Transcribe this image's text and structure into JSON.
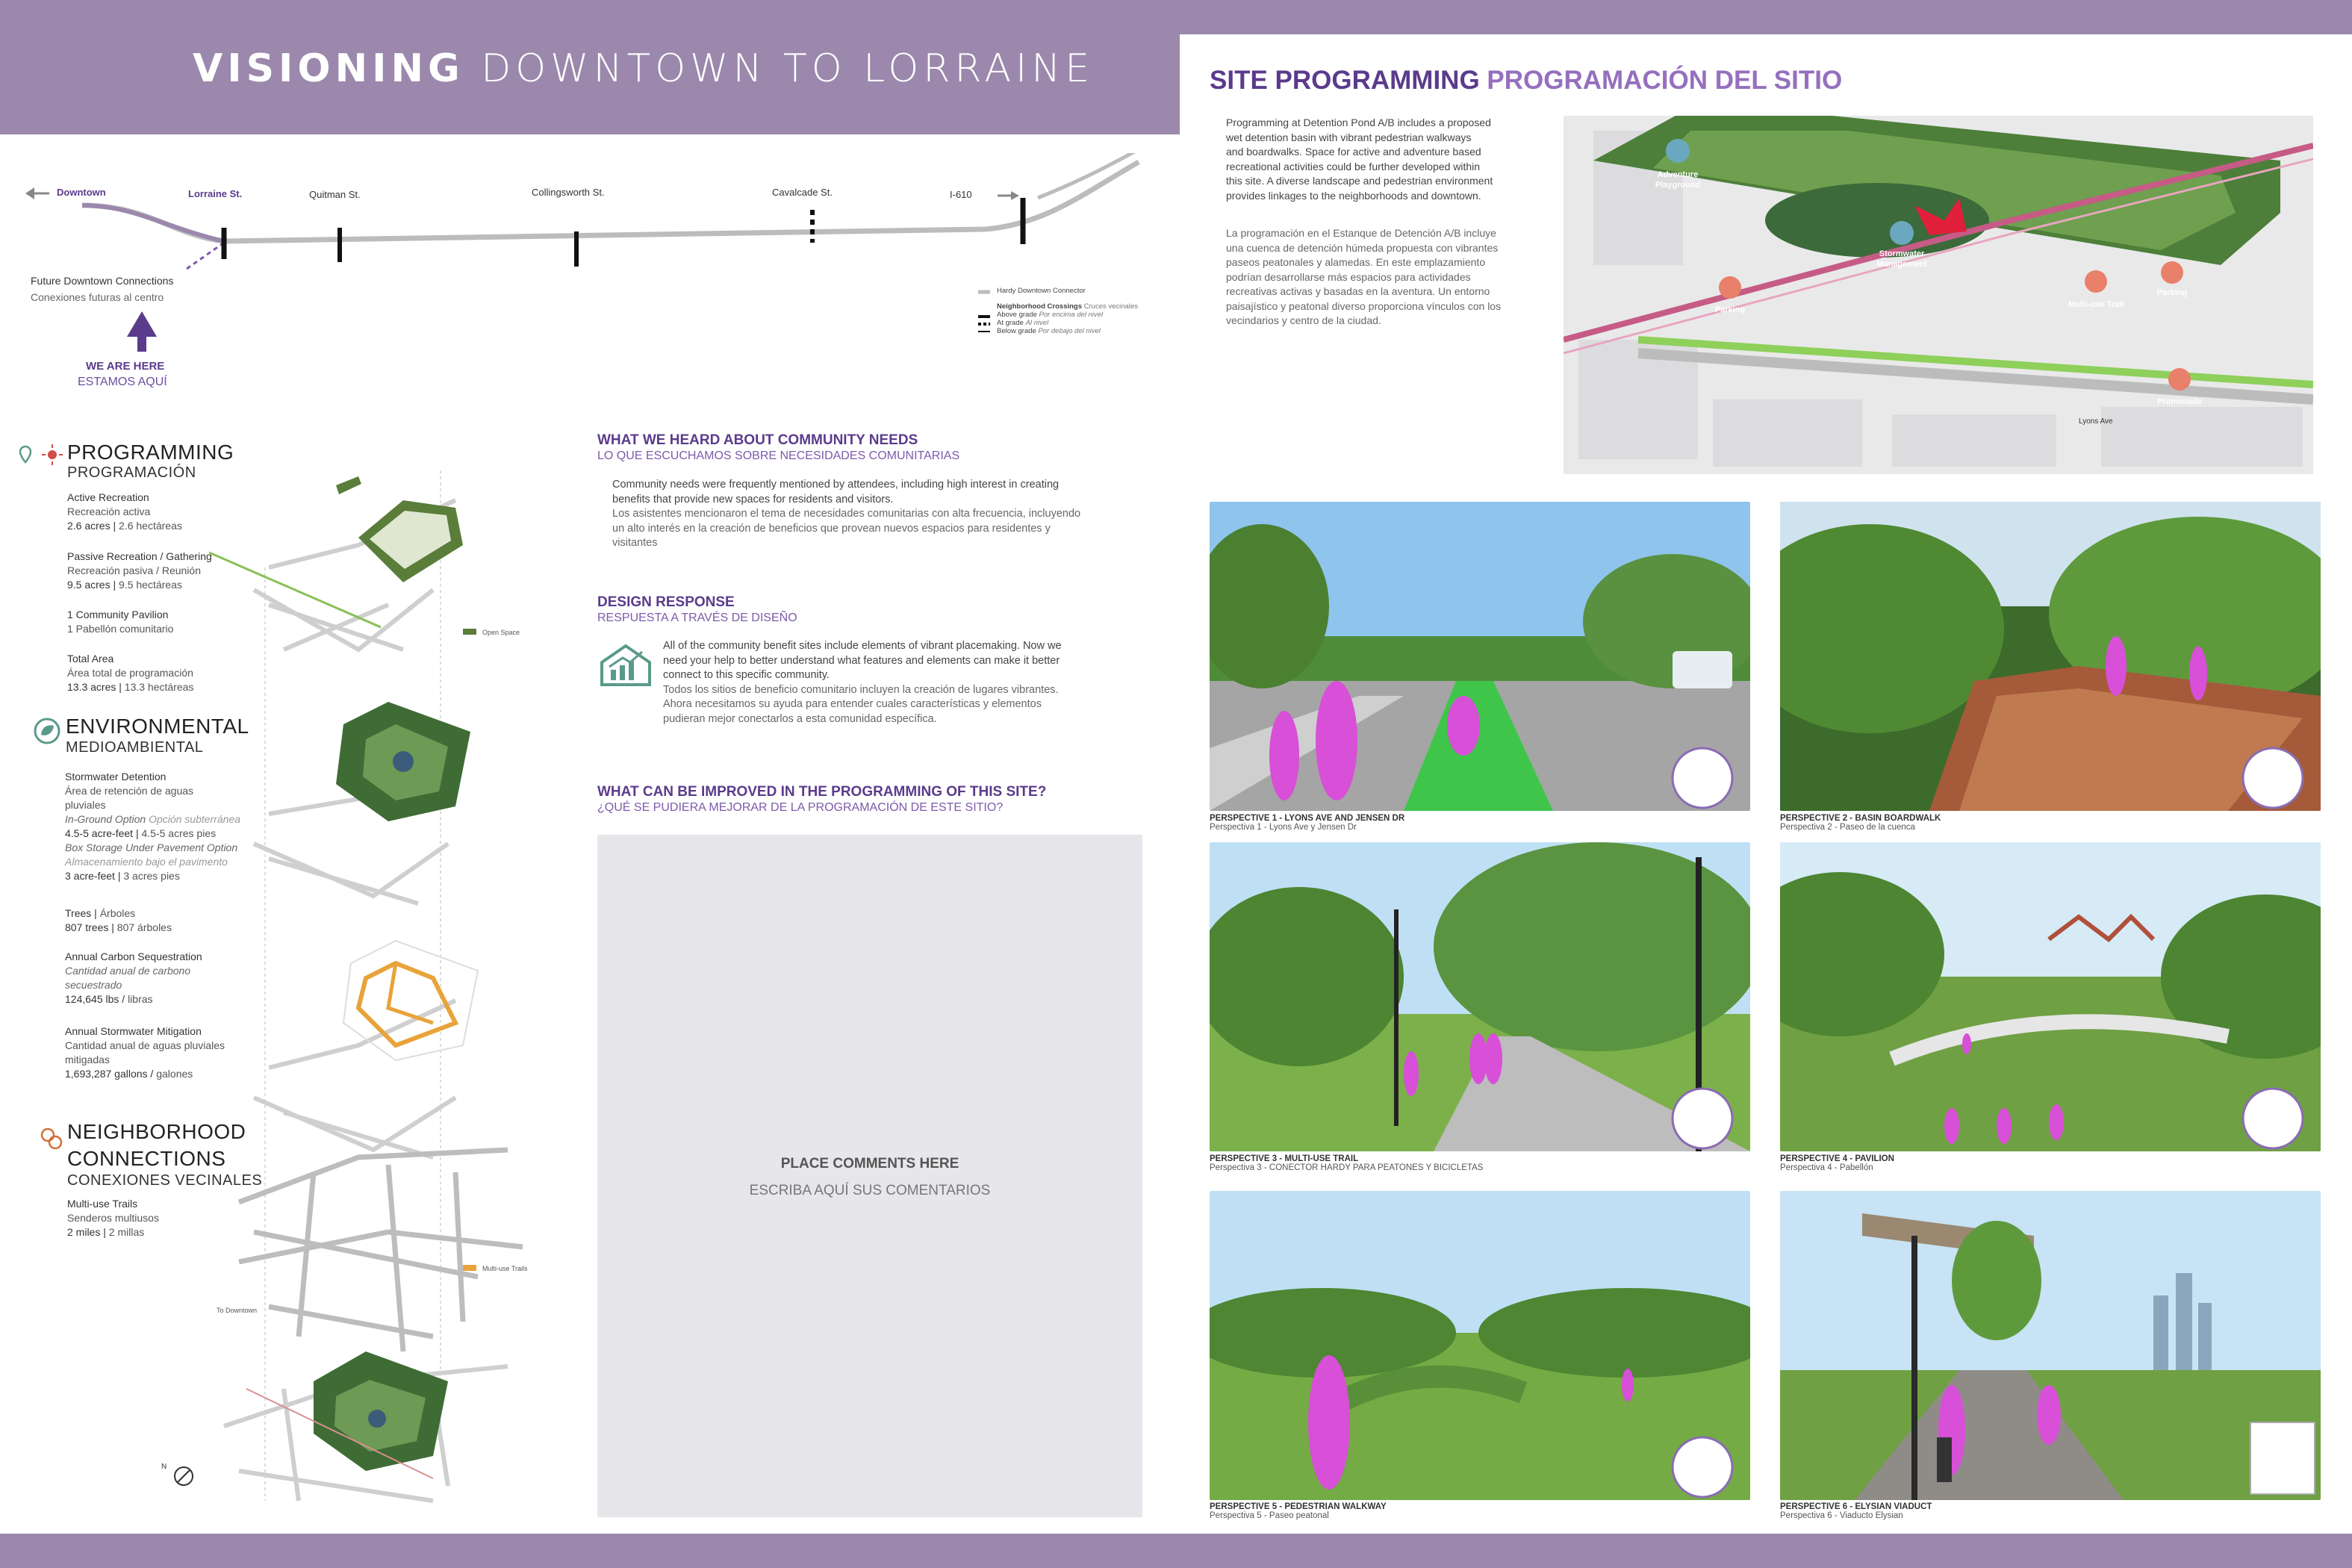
{
  "header": {
    "title_bold": "VISIONING",
    "title_light": "DOWNTOWN TO LORRAINE"
  },
  "route_map": {
    "downtown": "Downtown",
    "lorraine": "Lorraine St.",
    "quitman": "Quitman St.",
    "collingsworth": "Collingsworth St.",
    "cavalcade": "Cavalcade St.",
    "i610": "I-610",
    "future_en": "Future Downtown Connections",
    "future_es": "Conexiones futuras al centro",
    "here_en": "WE ARE HERE",
    "here_es": "ESTAMOS AQUÍ",
    "legend": {
      "connector": "Hardy Downtown Connector",
      "crossings": "Neighborhood Crossings",
      "crossings_es": "Cruces vecinales",
      "above": "Above grade",
      "above_es": "Por encima del nivel",
      "at": "At grade",
      "at_es": "Al nivel",
      "below": "Below grade",
      "below_es": "Por debajo del nivel"
    }
  },
  "programming": {
    "title": "PROGRAMMING",
    "subtitle": "PROGRAMACIÓN",
    "items": [
      {
        "en": "Active Recreation",
        "es": "Recreación activa",
        "val": "2.6 acres",
        "val_es": "2.6 hectáreas"
      },
      {
        "en": "Passive Recreation / Gathering",
        "es": "Recreación pasiva / Reunión",
        "val": "9.5 acres",
        "val_es": "9.5 hectáreas"
      },
      {
        "en": "1 Community Pavilion",
        "es": "1 Pabellón comunitario"
      },
      {
        "en": "Total Area",
        "es": "Área total de programación",
        "val": "13.3 acres",
        "val_es": "13.3 hectáreas"
      }
    ]
  },
  "environmental": {
    "title": "ENVIRONMENTAL",
    "subtitle": "MEDIOAMBIENTAL",
    "stormwater_en": "Stormwater Detention",
    "stormwater_es_1": "Área de retención de aguas",
    "stormwater_es_2": "pluviales",
    "inground_en": "In-Ground Option",
    "inground_es": "Opción subterránea",
    "inground_val": "4.5-5 acre-feet",
    "inground_val_es": "4.5-5 acres pies",
    "box_en": "Box Storage Under Pavement Option",
    "box_es": "Almacenamiento bajo el pavimento",
    "box_val": "3 acre-feet",
    "box_val_es": "3 acres pies",
    "trees_en": "Trees",
    "trees_es": "Árboles",
    "trees_val": "807 trees",
    "trees_val_es": "807 árboles",
    "carbon_en": "Annual Carbon Sequestration",
    "carbon_es_1": "Cantidad anual de carbono",
    "carbon_es_2": "secuestrado",
    "carbon_val": "124,645 lbs",
    "carbon_val_es": "libras",
    "mitig_en": "Annual Stormwater Mitigation",
    "mitig_es_1": "Cantidad anual de aguas pluviales",
    "mitig_es_2": "mitigadas",
    "mitig_val": "1,693,287 gallons",
    "mitig_val_es": "galones"
  },
  "neighborhood": {
    "title_1": "NEIGHBORHOOD",
    "title_2": "CONNECTIONS",
    "subtitle": "CONEXIONES VECINALES",
    "trails_en": "Multi-use Trails",
    "trails_es": "Senderos multiusos",
    "trails_val": "2 miles",
    "trails_val_es": "2 millas"
  },
  "diagram_labels": {
    "open_space": "Open Space",
    "multi_use": "Multi-use Trails",
    "to_downtown": "To Downtown",
    "north": "N"
  },
  "community": {
    "heard_title": "WHAT WE HEARD ABOUT COMMUNITY NEEDS",
    "heard_sub": "LO QUE ESCUCHAMOS SOBRE NECESIDADES COMUNITARIAS",
    "heard_en_1": "Community needs were frequently mentioned by attendees, including high interest in creating",
    "heard_en_2": "benefits that provide new spaces for residents and visitors.",
    "heard_es_1": "Los asistentes mencionaron el tema de necesidades comunitarias con alta frecuencia, incluyendo",
    "heard_es_2": "un alto interés en la creación de beneficios que provean nuevos espacios para residentes y",
    "heard_es_3": "visitantes",
    "design_title": "DESIGN RESPONSE",
    "design_sub": "RESPUESTA A TRAVÉS DE DISEÑO",
    "design_en_1": "All of the community benefit sites include elements of vibrant placemaking. Now we",
    "design_en_2": "need your help to better understand what features and elements can make it better",
    "design_en_3": "connect to this specific community.",
    "design_es_1": "Todos los sitios de beneficio comunitario incluyen la creación de lugares vibrantes.",
    "design_es_2": "Ahora necesitamos su ayuda para entender cuales características y elementos",
    "design_es_3": "pudieran mejor conectarlos a esta comunidad específica.",
    "improve_title": "WHAT CAN BE IMPROVED IN THE PROGRAMMING OF THIS SITE?",
    "improve_sub": "¿QUÉ SE PUDIERA MEJORAR DE LA PROGRAMACIÓN DE ESTE SITIO?",
    "comments_en": "PLACE COMMENTS HERE",
    "comments_es": "ESCRIBA AQUÍ SUS COMENTARIOS"
  },
  "site_programming": {
    "title_a": "SITE PROGRAMMING",
    "title_b": "PROGRAMACIÓN DEL SITIO",
    "en_lines": [
      "Programming at Detention Pond A/B includes a proposed",
      "wet detention basin with vibrant pedestrian walkways",
      "and boardwalks. Space for active and adventure based",
      "recreational activities could be further developed within",
      "this site.  A diverse landscape and pedestrian environment",
      "provides linkages to the neighborhoods and downtown."
    ],
    "es_lines": [
      "La programación en el Estanque de Detención A/B incluye",
      "una cuenca de detención húmeda propuesta con vibrantes",
      "paseos peatonales y alamedas. En este emplazamiento",
      "podrían desarrollarse más espacios para actividades",
      "recreativas activas y basadas en la aventura.  Un entorno",
      "paisajístico y peatonal diverso proporciona vínculos con los",
      "vecindarios y centro de la ciudad."
    ],
    "map_labels": {
      "adventure": "Adventure",
      "playground": "Playground",
      "stormwater": "Stormwater",
      "management": "Management",
      "parking_left": "Parking",
      "multiuse": "Multi-use Trail",
      "parking_right": "Parking",
      "promenade": "Promenade",
      "lyons": "Lyons Ave"
    }
  },
  "perspectives": [
    {
      "en": "PERSPECTIVE 1 - LYONS AVE AND JENSEN DR",
      "es": "Perspectiva 1 - Lyons Ave y Jensen Dr"
    },
    {
      "en": "PERSPECTIVE 2 - BASIN BOARDWALK",
      "es": "Perspectiva 2 - Paseo de la cuenca"
    },
    {
      "en": "PERSPECTIVE 3 - MULTI-USE TRAIL",
      "es": "Perspectiva 3 - CONECTOR HARDY PARA PEATONES Y BICICLETAS"
    },
    {
      "en": "PERSPECTIVE 4 - PAVILION",
      "es": "Perspectiva 4 - Pabellón"
    },
    {
      "en": "PERSPECTIVE 5 - PEDESTRIAN WALKWAY",
      "es": "Perspectiva 5 - Paseo peatonal"
    },
    {
      "en": "PERSPECTIVE 6 - ELYSIAN VIADUCT",
      "es": "Perspectiva 6 - Viaducto Elysian"
    }
  ],
  "colors": {
    "band": "#9b88ac",
    "purple_dark": "#5b3b8c",
    "purple_light": "#9570be",
    "green": "#4c7a33",
    "orange": "#e8a33a",
    "teal": "#5a9a8a",
    "magenta": "#d84fd8"
  }
}
